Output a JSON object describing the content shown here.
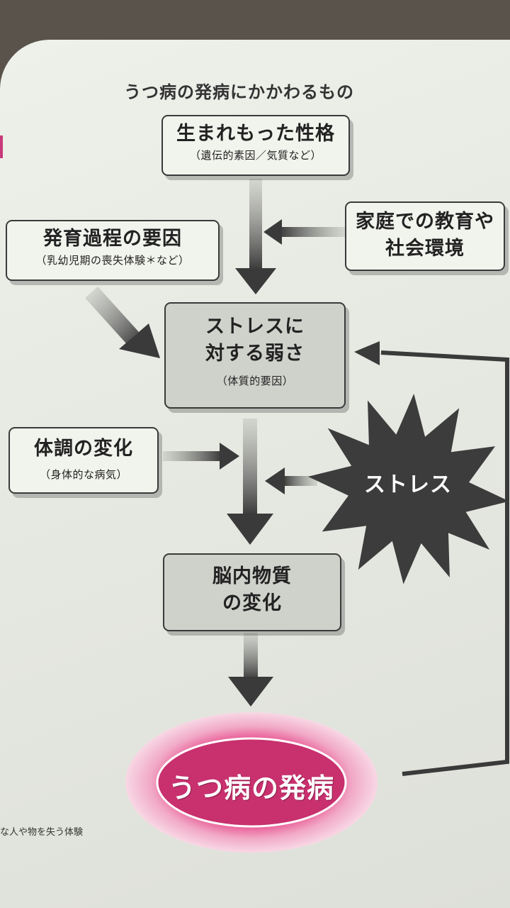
{
  "heading": "うつ病の発病にかかわるもの",
  "nodes": {
    "innate_personality": {
      "title": "生まれもった性格",
      "sub": "（遺伝的素因／気質など）"
    },
    "family_education": {
      "title_line1": "家庭での教育や",
      "title_line2": "社会環境"
    },
    "developmental_factors": {
      "title": "発育過程の要因",
      "sub": "（乳幼児期の喪失体験＊など）"
    },
    "stress_vulnerability": {
      "title_line1": "ストレスに",
      "title_line2": "対する弱さ",
      "sub": "（体質的要因）"
    },
    "physical_change": {
      "title": "体調の変化",
      "sub": "（身体的な病気）"
    },
    "stress_burst": {
      "label": "ストレス"
    },
    "brain_substance": {
      "title_line1": "脳内物質",
      "title_line2": "の変化"
    },
    "onset": {
      "label": "うつ病の発病"
    }
  },
  "footnote": "な人や物を失う体験",
  "colors": {
    "box_border": "#3a3a3a",
    "arrow": "#4a4a4a",
    "burst": "#3c3c3c",
    "onset_fill": "#c8306e",
    "onset_glow": "#f4bfd3"
  }
}
